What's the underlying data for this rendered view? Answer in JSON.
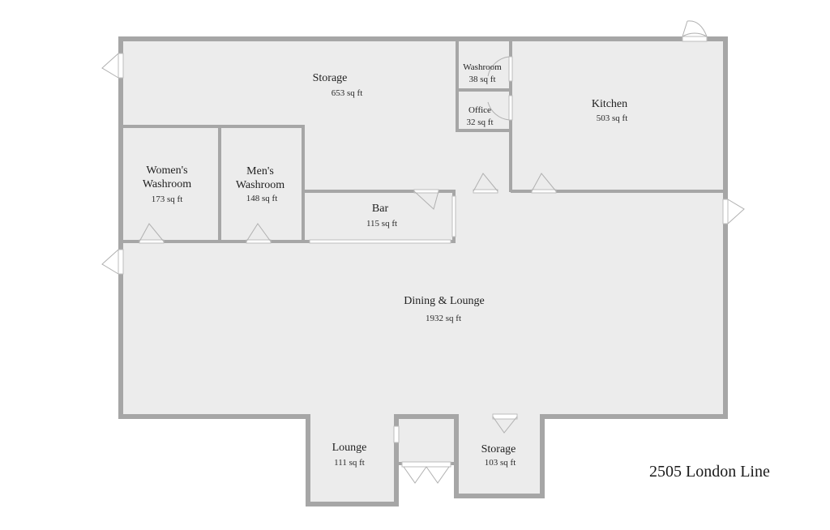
{
  "address": "2505 London Line",
  "rooms": {
    "storage_main": {
      "name": "Storage",
      "area": "653 sq ft"
    },
    "washroom_small": {
      "name": "Washroom",
      "area": "38 sq ft"
    },
    "office": {
      "name": "Office",
      "area": "32 sq ft"
    },
    "kitchen": {
      "name": "Kitchen",
      "area": "503 sq ft"
    },
    "womens_washroom": {
      "name_line1": "Women's",
      "name_line2": "Washroom",
      "area": "173 sq ft"
    },
    "mens_washroom": {
      "name_line1": "Men's",
      "name_line2": "Washroom",
      "area": "148 sq ft"
    },
    "bar": {
      "name": "Bar",
      "area": "115 sq ft"
    },
    "dining_lounge": {
      "name": "Dining & Lounge",
      "area": "1932 sq ft"
    },
    "lounge": {
      "name": "Lounge",
      "area": "111 sq ft"
    },
    "storage_small": {
      "name": "Storage",
      "area": "103 sq ft"
    }
  },
  "colors": {
    "floor": "#ececec",
    "wall": "#a6a6a6",
    "background": "#ffffff"
  }
}
